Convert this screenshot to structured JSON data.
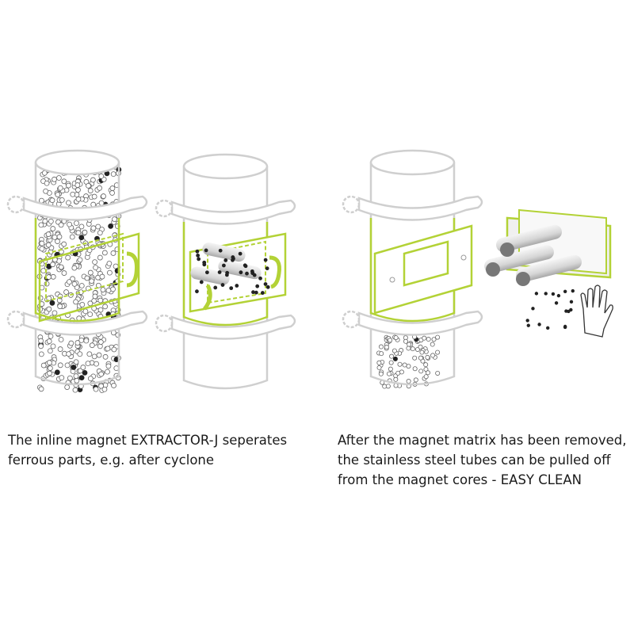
{
  "colors": {
    "accent": "#b3d236",
    "outline": "#c8c8c8",
    "particle": "#222222"
  },
  "captions": {
    "left": [
      "The inline magnet EXTRACTOR-J seperates",
      "ferrous parts, e.g. after cyclone"
    ],
    "right": [
      "After the magnet matrix has been removed,",
      "the stainless steel tubes can be pulled off",
      "from the magnet cores - EASY CLEAN"
    ]
  }
}
